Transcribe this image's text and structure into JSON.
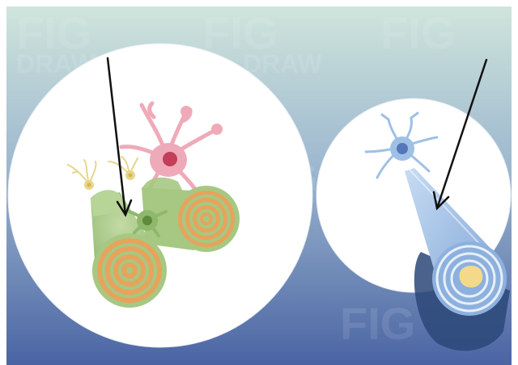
{
  "figure": {
    "watermark_lines": [
      "FIG",
      "DRAW"
    ],
    "colors": {
      "background_top": "#cfe5dc",
      "background_bottom": "#4a64a4",
      "circle_fill": "#ffffff",
      "oligodendrocyte": "#efaab9",
      "oligodendrocyte_nucleus": "#c33e59",
      "myelin_green": "#a6c882",
      "myelin_green_dark": "#7aa55a",
      "axon_core_orange": "#e7a35c",
      "microglia_body": "#8fb86a",
      "astrocyte_yellow": "#e8d58a",
      "schwann_cell": "#9fc0e6",
      "schwann_nucleus": "#5576b8",
      "peripheral_myelin": "#8db1de",
      "peripheral_axon_core": "#f5d98a",
      "arrow": "#111111"
    },
    "panels": [
      {
        "id": "cns",
        "arrow": "pointing-down-to-microglia"
      },
      {
        "id": "pns",
        "arrow": "pointing-down-to-schwann-sheath"
      }
    ]
  }
}
